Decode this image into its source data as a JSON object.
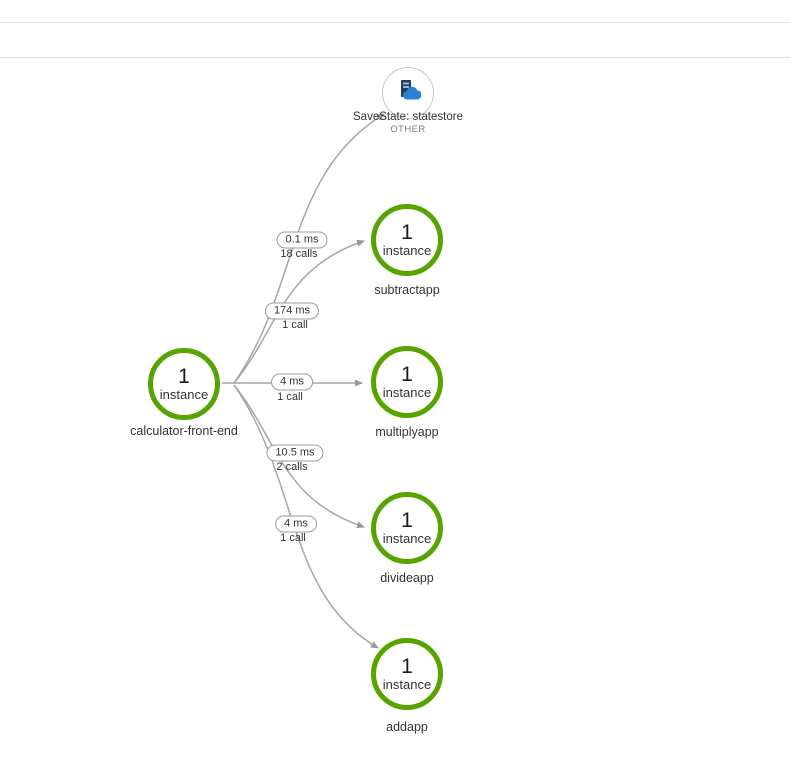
{
  "graph": {
    "nodes": [
      {
        "id": "statestore",
        "label": "SaveState: statestore",
        "sublabel": "OTHER",
        "type": "component"
      },
      {
        "id": "calculator-front-end",
        "count": "1",
        "count_label": "instance",
        "label": "calculator-front-end",
        "type": "service"
      },
      {
        "id": "subtractapp",
        "count": "1",
        "count_label": "instance",
        "label": "subtractapp",
        "type": "service"
      },
      {
        "id": "multiplyapp",
        "count": "1",
        "count_label": "instance",
        "label": "multiplyapp",
        "type": "service"
      },
      {
        "id": "divideapp",
        "count": "1",
        "count_label": "instance",
        "label": "divideapp",
        "type": "service"
      },
      {
        "id": "addapp",
        "count": "1",
        "count_label": "instance",
        "label": "addapp",
        "type": "service"
      }
    ],
    "edges": [
      {
        "from": "calculator-front-end",
        "to": "SaveState: statestore",
        "latency": "0.1 ms",
        "calls": "18 calls"
      },
      {
        "from": "calculator-front-end",
        "to": "subtractapp",
        "latency": "174 ms",
        "calls": "1 call"
      },
      {
        "from": "calculator-front-end",
        "to": "multiplyapp",
        "latency": "4 ms",
        "calls": "1 call"
      },
      {
        "from": "calculator-front-end",
        "to": "divideapp",
        "latency": "10.5 ms",
        "calls": "2 calls"
      },
      {
        "from": "calculator-front-end",
        "to": "addapp",
        "latency": "4 ms",
        "calls": "1 call"
      }
    ]
  },
  "colors": {
    "instance_ring_green": "#57a300",
    "edge_gray": "#a6a6a6",
    "pill_border": "#9b9b9b",
    "statestore_server_navy": "#243a5e",
    "statestore_cloud_blue": "#2e7fd8"
  }
}
